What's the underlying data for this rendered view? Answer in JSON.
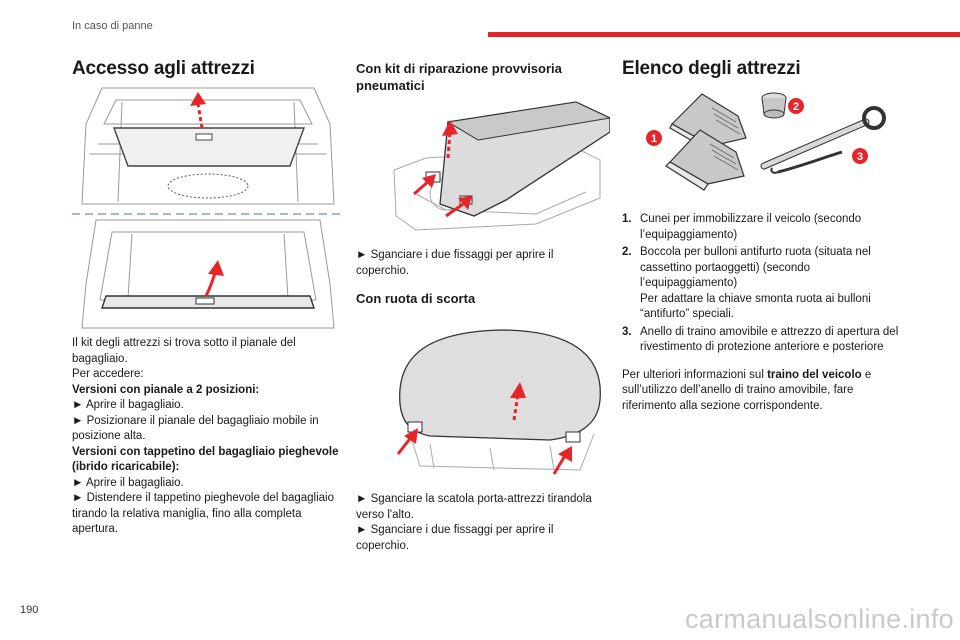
{
  "header": {
    "section": "In caso di panne"
  },
  "page_number": "190",
  "watermark": "carmanualsonline.info",
  "col1": {
    "title": "Accesso agli attrezzi",
    "intro1": "Il kit degli attrezzi si trova sotto il pianale del bagagliaio.",
    "intro2": "Per accedere:",
    "v1_heading": "Versioni con pianale a 2 posizioni:",
    "v1_step1": "► Aprire il bagagliaio.",
    "v1_step2": "► Posizionare il pianale del bagagliaio mobile in posizione alta.",
    "v2_heading": "Versioni con tappetino del bagagliaio pieghevole (ibrido ricaricabile):",
    "v2_step1": "► Aprire il bagagliaio.",
    "v2_step2": "► Distendere il tappetino pieghevole del bagagliaio tirando la relativa maniglia, fino alla completa apertura."
  },
  "col2": {
    "title1": "Con kit di riparazione provvisoria pneumatici",
    "step1": "► Sganciare i due fissaggi per aprire il coperchio.",
    "title2": "Con ruota di scorta",
    "step2a": "► Sganciare la scatola porta-attrezzi tirandola verso l'alto.",
    "step2b": "► Sganciare i due fissaggi per aprire il coperchio."
  },
  "col3": {
    "title": "Elenco degli attrezzi",
    "callouts": [
      "1",
      "2",
      "3"
    ],
    "items": [
      {
        "num": "1.",
        "text": "Cunei per immobilizzare il veicolo (secondo l’equipaggiamento)"
      },
      {
        "num": "2.",
        "text": "Boccola per bulloni antifurto ruota (situata nel cassettino portaoggetti) (secondo l’equipaggiamento)"
      },
      {
        "num": "",
        "text": "Per adattare la chiave smonta ruota ai bulloni “antifurto” speciali."
      },
      {
        "num": "3.",
        "text": "Anello di traino amovibile e attrezzo di apertura del rivestimento di protezione anteriore e posteriore"
      }
    ],
    "note_pre": "Per ulteriori informazioni sul ",
    "note_bold": "traino del veicolo",
    "note_post": " e sull’utilizzo dell’anello di traino amovibile, fare riferimento alla sezione corrispondente."
  },
  "colors": {
    "accent": "#e4262b",
    "text": "#1a1a1a",
    "line": "#9a9a9a"
  }
}
